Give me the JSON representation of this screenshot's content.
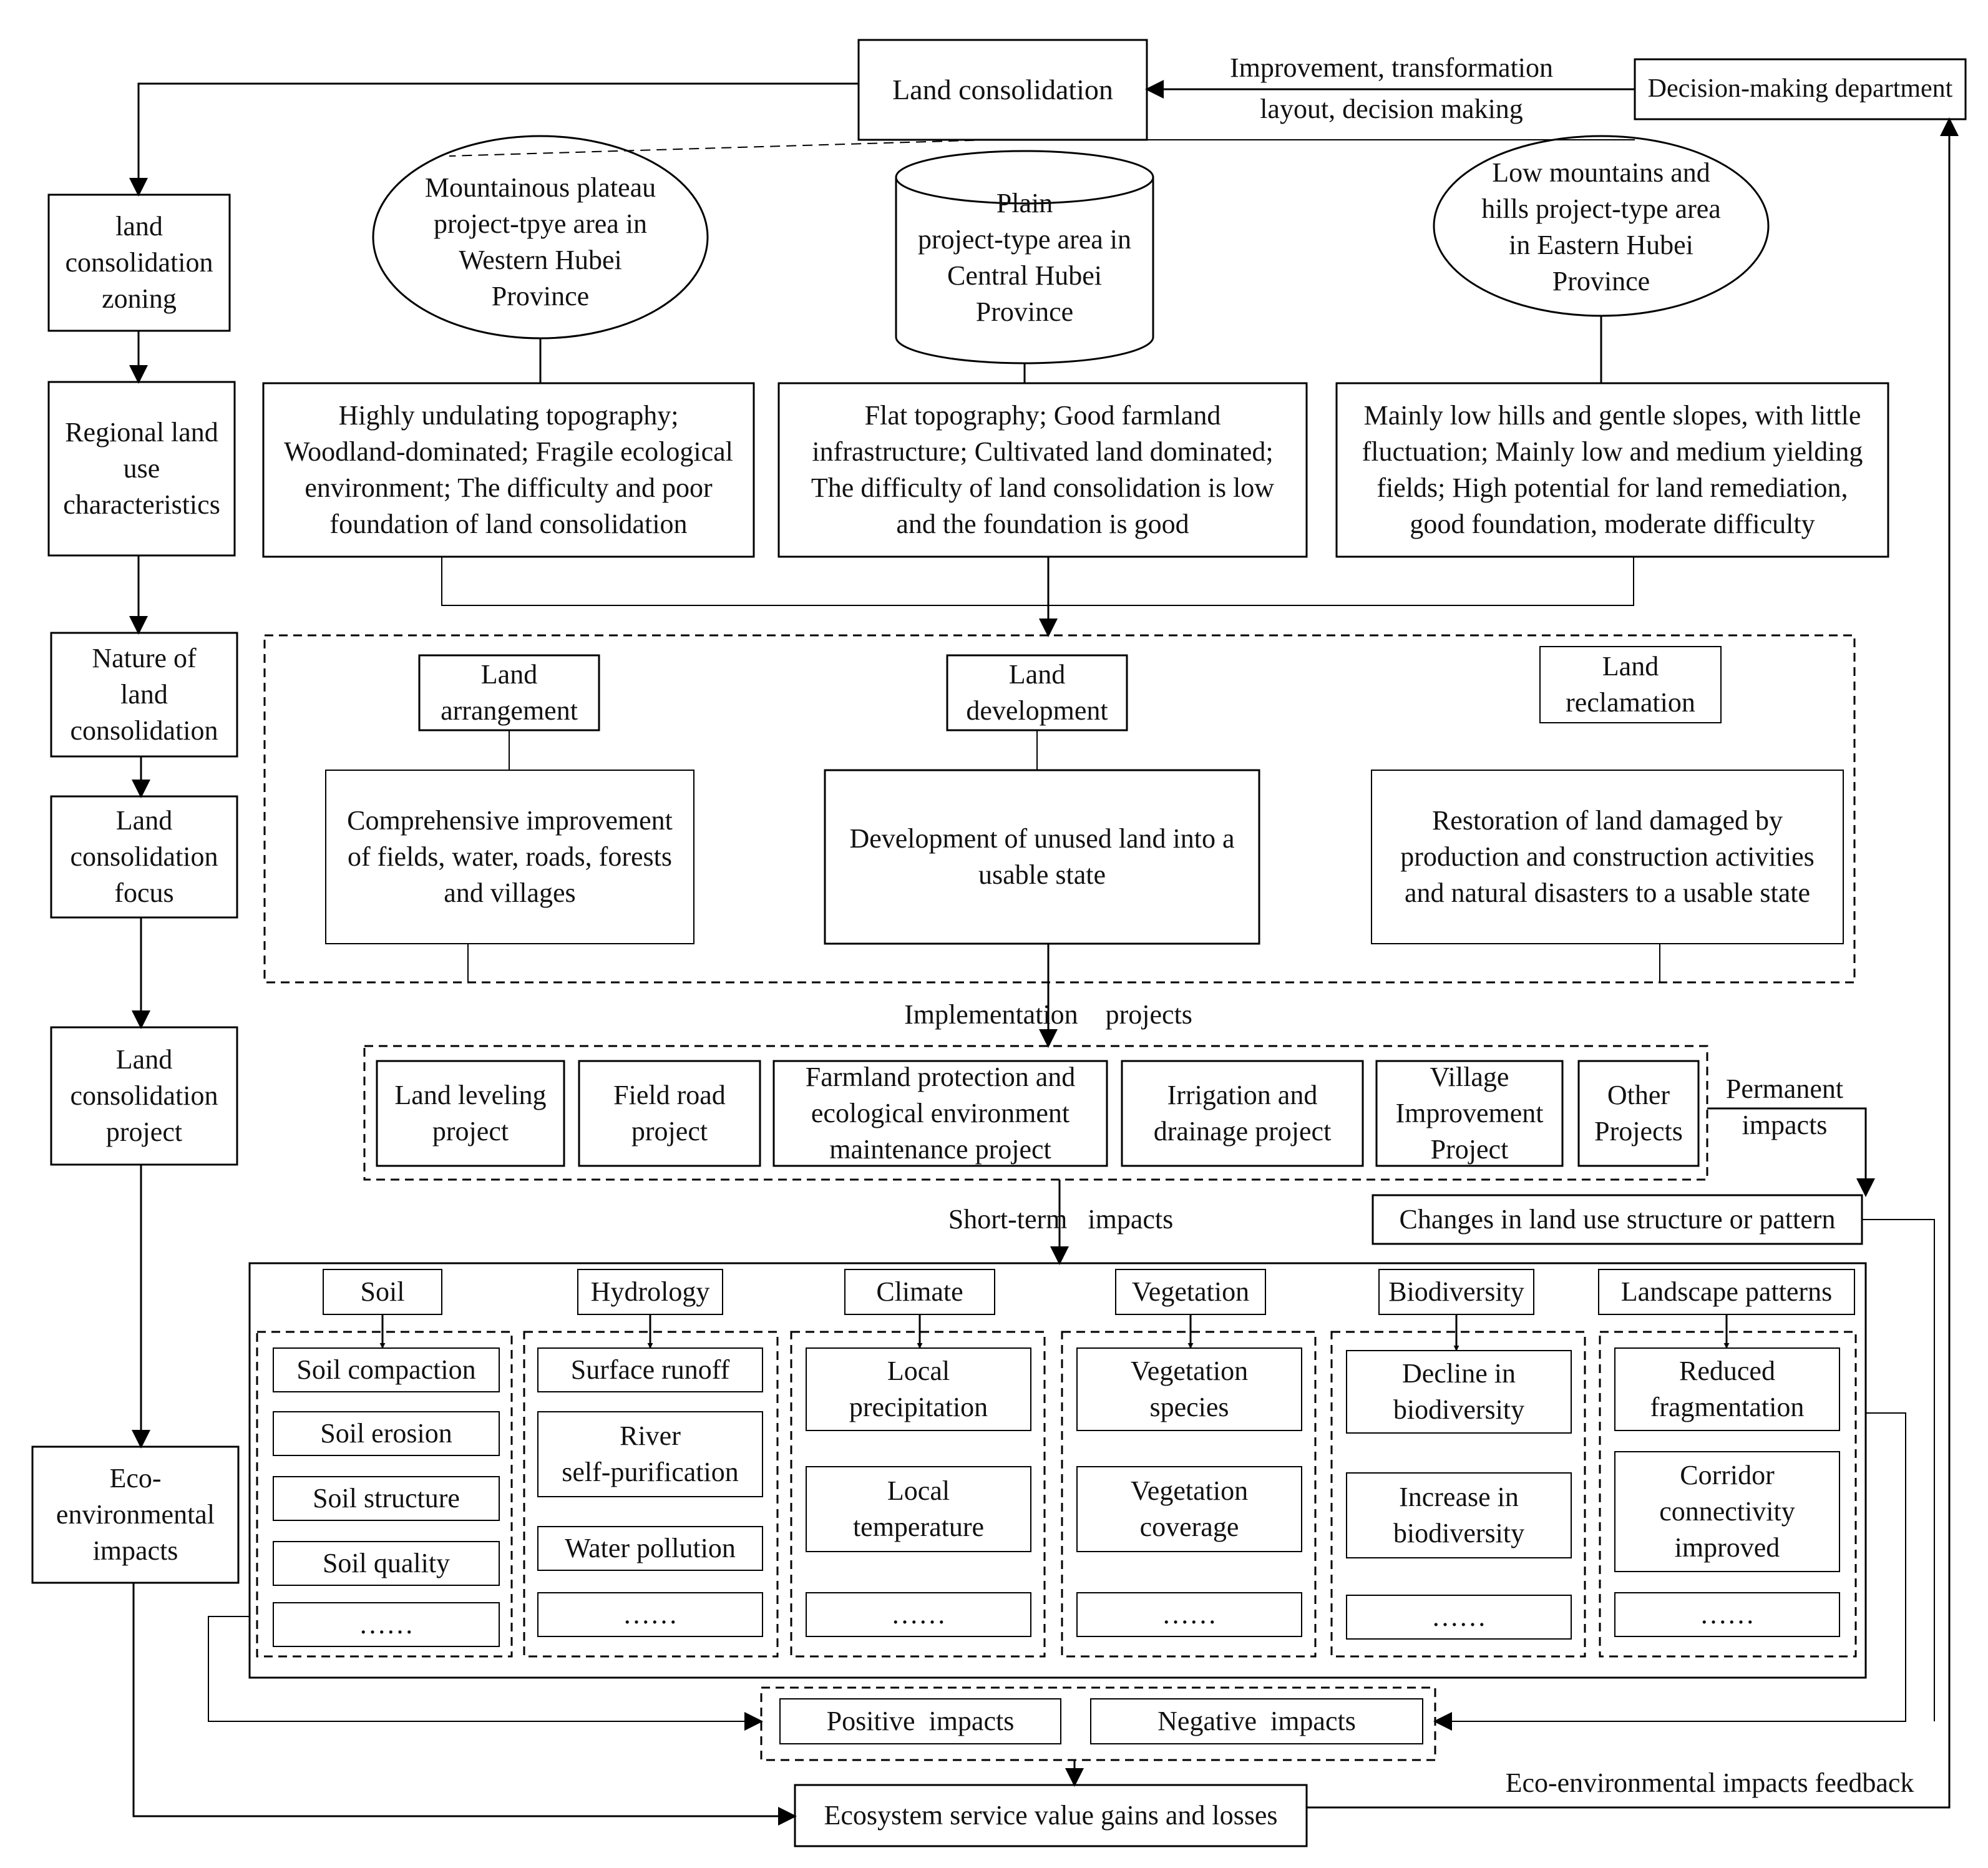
{
  "top": {
    "land_consolidation": "Land consolidation",
    "improvement_line1": "Improvement, transformation",
    "improvement_line2": "layout, decision making",
    "decision_dept": "Decision-making department"
  },
  "left_column": {
    "zoning": "land\nconsolidation\nzoning",
    "regional": "Regional land\nuse\ncharacteristics",
    "nature": "Nature of\nland\nconsolidation",
    "focus": "Land\nconsolidation\nfocus",
    "project": "Land\nconsolidation\nproject",
    "eco_impacts": "Eco-\nenvironmental\nimpacts"
  },
  "areas": {
    "west": "Mountainous plateau\nproject-tpye area in\nWestern  Hubei\nProvince",
    "central": "Plain\nproject-type area in\nCentral Hubei\nProvince",
    "east": "Low mountains and\nhills project-type area\nin Eastern Hubei\nProvince"
  },
  "characteristics": {
    "west": "Highly undulating topography;\nWoodland-dominated; Fragile ecological\nenvironment; The difficulty and poor\nfoundation of land consolidation",
    "central": "Flat topography; Good farmland\ninfrastructure; Cultivated land dominated;\nThe difficulty of land consolidation is low\nand the foundation is good",
    "east": "Mainly low hills and gentle slopes, with little\nfluctuation; Mainly low and medium yielding\nfields; High potential for land remediation,\ngood foundation, moderate difficulty"
  },
  "nature": {
    "arrangement": "Land\narrangement",
    "development": "Land\ndevelopment",
    "reclamation": "Land\nreclamation",
    "arrangement_desc": "Comprehensive improvement\nof fields, water, roads, forests\nand villages",
    "development_desc": "Development of unused land into a\nusable state",
    "reclamation_desc": "Restoration of land damaged by\nproduction and construction activities\nand natural disasters to a usable state"
  },
  "implementation_label": "Implementation    projects",
  "projects": [
    "Land leveling\nproject",
    "Field road\nproject",
    "Farmland protection and\necological environment\nmaintenance project",
    "Irrigation and\ndrainage project",
    "Village\nImprovement\nProject",
    "Other\nProjects"
  ],
  "permanent_impacts": "Permanent\nimpacts",
  "short_term_impacts": "Short-term   impacts",
  "land_use_change": "Changes in land use structure or pattern",
  "categories": [
    {
      "title": "Soil",
      "items": [
        "Soil compaction",
        "Soil erosion",
        "Soil structure",
        "Soil quality",
        "……"
      ]
    },
    {
      "title": "Hydrology",
      "items": [
        "Surface runoff",
        "River\nself-purification",
        "Water pollution",
        "……"
      ]
    },
    {
      "title": "Climate",
      "items": [
        "Local\nprecipitation",
        "Local\ntemperature",
        "……"
      ]
    },
    {
      "title": "Vegetation",
      "items": [
        "Vegetation\nspecies",
        "Vegetation\ncoverage",
        "……"
      ]
    },
    {
      "title": "Biodiversity",
      "items": [
        "Decline in\nbiodiversity",
        "Increase in\nbiodiversity",
        "……"
      ]
    },
    {
      "title": "Landscape patterns",
      "items": [
        "Reduced\nfragmentation",
        "Corridor\nconnectivity\nimproved",
        "……"
      ]
    }
  ],
  "impacts": {
    "positive": "Positive  impacts",
    "negative": "Negative  impacts"
  },
  "ecosystem": "Ecosystem service value gains and losses",
  "feedback": "Eco-environmental impacts feedback"
}
